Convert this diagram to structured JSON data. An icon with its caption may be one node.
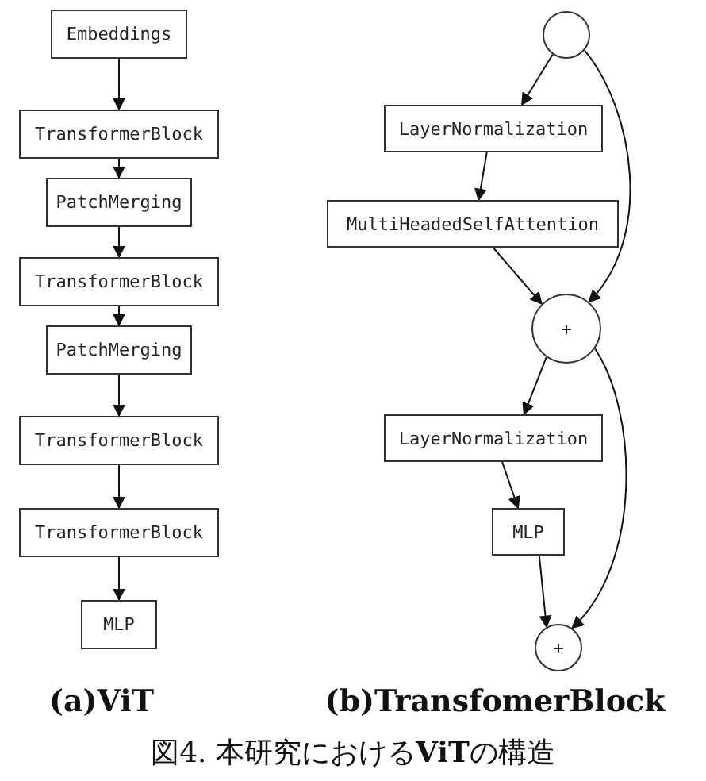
{
  "diagram": {
    "caption": "図4. 本研究における**ViT**の構造",
    "nodes": [
      {
        "text": [
          "Embeddings"
        ]
      },
      {
        "text": [
          "TransformerBlock"
        ]
      },
      {
        "text": [
          "PatchMerging"
        ]
      },
      {
        "text": [
          "TransformerBlock"
        ]
      },
      {
        "text": [
          "PatchMerging"
        ]
      },
      {
        "text": [
          "TransformerBlock"
        ]
      },
      {
        "text": [
          "TransformerBlock"
        ]
      },
      {
        "text": [
          "MLP"
        ]
      },
      {
        "text": [],
        "shape": "circle"
      },
      {
        "text": [
          "LayerNormalization"
        ]
      },
      {
        "text": [
          "MultiHeadedSelfAttention"
        ]
      },
      {
        "text": [
          "+"
        ]
      },
      {
        "text": [
          "LayerNormalization"
        ]
      },
      {
        "text": [
          "MLP"
        ]
      },
      {
        "text": [
          "+"
        ]
      }
    ],
    "edges": [
      {
        "from": 0,
        "to": 1,
        "arrow": "to"
      },
      {
        "from": 1,
        "to": 2,
        "arrow": "to"
      },
      {
        "from": 2,
        "to": 3,
        "arrow": "to"
      },
      {
        "from": 3,
        "to": 4,
        "arrow": "to"
      },
      {
        "from": 4,
        "to": 5,
        "arrow": "to"
      },
      {
        "from": 5,
        "to": 6,
        "arrow": "to"
      },
      {
        "from": 6,
        "to": 7,
        "arrow": "to"
      },
      {
        "from": 8,
        "to": 9,
        "arrow": "to"
      },
      {
        "from": 9,
        "to": 10,
        "arrow": "to"
      },
      {
        "from": 10,
        "to": 11,
        "arrow": "to"
      },
      {
        "from": 8,
        "to": 11,
        "arrow": "to"
      },
      {
        "from": 11,
        "to": 12,
        "arrow": "to"
      },
      {
        "from": 12,
        "to": 13,
        "arrow": "to"
      },
      {
        "from": 13,
        "to": 14,
        "arrow": "to"
      },
      {
        "from": 11,
        "to": 14,
        "arrow": "to"
      }
    ],
    "labels": [
      "(a)ViT",
      "(b)TransfomerBlock"
    ]
  }
}
